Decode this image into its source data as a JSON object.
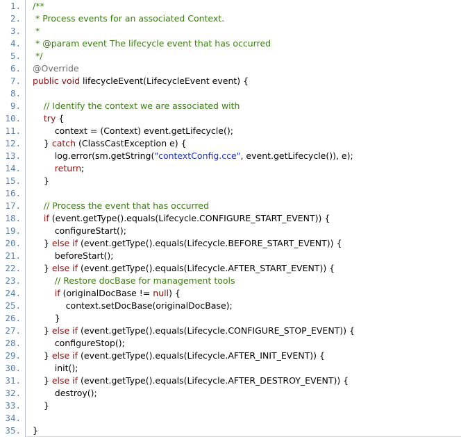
{
  "colors": {
    "line_number": "#5a7ea9",
    "comment": "#3a7d12",
    "keyword": "#8a0e0e",
    "string": "#1e2fc2",
    "annotation": "#6d6d6d",
    "plain": "#000000",
    "gutter_border": "#b9c3cf"
  },
  "lines": [
    {
      "n": "1.",
      "tokens": [
        [
          "c",
          "/**"
        ]
      ]
    },
    {
      "n": "2.",
      "tokens": [
        [
          "c",
          " * Process events for an associated Context."
        ]
      ]
    },
    {
      "n": "3.",
      "tokens": [
        [
          "c",
          " *"
        ]
      ]
    },
    {
      "n": "4.",
      "tokens": [
        [
          "c",
          " * @param event The lifecycle event that has occurred"
        ]
      ]
    },
    {
      "n": "5.",
      "tokens": [
        [
          "c",
          " */"
        ]
      ]
    },
    {
      "n": "6.",
      "tokens": [
        [
          "a",
          "@Override"
        ]
      ]
    },
    {
      "n": "7.",
      "tokens": [
        [
          "k",
          "public void "
        ],
        [
          "p",
          "lifecycleEvent(LifecycleEvent event) {"
        ]
      ]
    },
    {
      "n": "8.",
      "tokens": []
    },
    {
      "n": "9.",
      "tokens": [
        [
          "p",
          "    "
        ],
        [
          "c",
          "// Identify the context we are associated with"
        ]
      ]
    },
    {
      "n": "10.",
      "tokens": [
        [
          "p",
          "    "
        ],
        [
          "k",
          "try"
        ],
        [
          "p",
          " {"
        ]
      ]
    },
    {
      "n": "11.",
      "tokens": [
        [
          "p",
          "        context = (Context) event.getLifecycle();"
        ]
      ]
    },
    {
      "n": "12.",
      "tokens": [
        [
          "p",
          "    } "
        ],
        [
          "k",
          "catch"
        ],
        [
          "p",
          " (ClassCastException e) {"
        ]
      ]
    },
    {
      "n": "13.",
      "tokens": [
        [
          "p",
          "        log.error(sm.getString("
        ],
        [
          "s",
          "\"contextConfig.cce\""
        ],
        [
          "p",
          ", event.getLifecycle()), e);"
        ]
      ]
    },
    {
      "n": "14.",
      "tokens": [
        [
          "p",
          "        "
        ],
        [
          "k",
          "return"
        ],
        [
          "p",
          ";"
        ]
      ]
    },
    {
      "n": "15.",
      "tokens": [
        [
          "p",
          "    }"
        ]
      ]
    },
    {
      "n": "16.",
      "tokens": []
    },
    {
      "n": "17.",
      "tokens": [
        [
          "p",
          "    "
        ],
        [
          "c",
          "// Process the event that has occurred"
        ]
      ]
    },
    {
      "n": "18.",
      "tokens": [
        [
          "p",
          "    "
        ],
        [
          "k",
          "if"
        ],
        [
          "p",
          " (event.getType().equals(Lifecycle.CONFIGURE_START_EVENT)) {"
        ]
      ]
    },
    {
      "n": "19.",
      "tokens": [
        [
          "p",
          "        configureStart();"
        ]
      ]
    },
    {
      "n": "20.",
      "tokens": [
        [
          "p",
          "    } "
        ],
        [
          "k",
          "else if"
        ],
        [
          "p",
          " (event.getType().equals(Lifecycle.BEFORE_START_EVENT)) {"
        ]
      ]
    },
    {
      "n": "21.",
      "tokens": [
        [
          "p",
          "        beforeStart();"
        ]
      ]
    },
    {
      "n": "22.",
      "tokens": [
        [
          "p",
          "    } "
        ],
        [
          "k",
          "else if"
        ],
        [
          "p",
          " (event.getType().equals(Lifecycle.AFTER_START_EVENT)) {"
        ]
      ]
    },
    {
      "n": "23.",
      "tokens": [
        [
          "p",
          "        "
        ],
        [
          "c",
          "// Restore docBase for management tools"
        ]
      ]
    },
    {
      "n": "24.",
      "tokens": [
        [
          "p",
          "        "
        ],
        [
          "k",
          "if"
        ],
        [
          "p",
          " (originalDocBase != "
        ],
        [
          "k",
          "null"
        ],
        [
          "p",
          ") {"
        ]
      ]
    },
    {
      "n": "25.",
      "tokens": [
        [
          "p",
          "            context.setDocBase(originalDocBase);"
        ]
      ]
    },
    {
      "n": "26.",
      "tokens": [
        [
          "p",
          "        }"
        ]
      ]
    },
    {
      "n": "27.",
      "tokens": [
        [
          "p",
          "    } "
        ],
        [
          "k",
          "else if"
        ],
        [
          "p",
          " (event.getType().equals(Lifecycle.CONFIGURE_STOP_EVENT)) {"
        ]
      ]
    },
    {
      "n": "28.",
      "tokens": [
        [
          "p",
          "        configureStop();"
        ]
      ]
    },
    {
      "n": "29.",
      "tokens": [
        [
          "p",
          "    } "
        ],
        [
          "k",
          "else if"
        ],
        [
          "p",
          " (event.getType().equals(Lifecycle.AFTER_INIT_EVENT)) {"
        ]
      ]
    },
    {
      "n": "30.",
      "tokens": [
        [
          "p",
          "        init();"
        ]
      ]
    },
    {
      "n": "31.",
      "tokens": [
        [
          "p",
          "    } "
        ],
        [
          "k",
          "else if"
        ],
        [
          "p",
          " (event.getType().equals(Lifecycle.AFTER_DESTROY_EVENT)) {"
        ]
      ]
    },
    {
      "n": "32.",
      "tokens": [
        [
          "p",
          "        destroy();"
        ]
      ]
    },
    {
      "n": "33.",
      "tokens": [
        [
          "p",
          "    }"
        ]
      ]
    },
    {
      "n": "34.",
      "tokens": []
    },
    {
      "n": "35.",
      "tokens": [
        [
          "p",
          "}"
        ]
      ]
    }
  ]
}
